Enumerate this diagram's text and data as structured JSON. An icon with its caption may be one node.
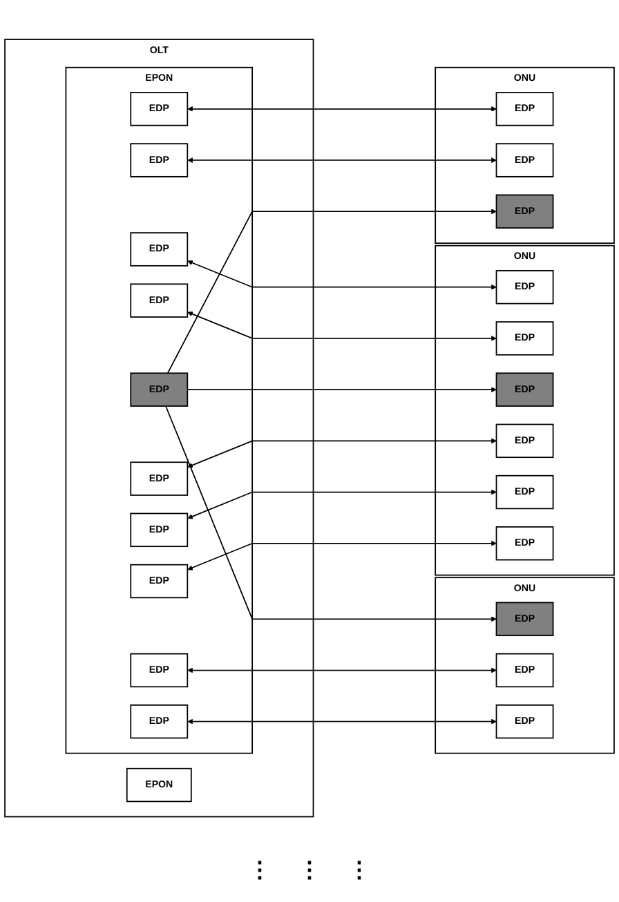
{
  "diagram": {
    "nodes": [
      {
        "text": [
          "OLT"
        ]
      },
      {
        "text": [
          "EPON"
        ],
        "in": 0
      },
      {
        "text": [
          "EDP"
        ],
        "in": 1
      },
      {
        "text": [
          "EDP"
        ],
        "in": 1
      },
      {
        "text": [
          "EDP"
        ],
        "in": 1
      },
      {
        "text": [
          "EDP"
        ],
        "in": 1
      },
      {
        "text": [
          "EDP"
        ],
        "in": 1
      },
      {
        "text": [
          "EDP"
        ],
        "in": 1
      },
      {
        "text": [
          "EDP"
        ],
        "in": 1
      },
      {
        "text": [
          "EDP"
        ],
        "in": 1
      },
      {
        "text": [
          "EDP"
        ],
        "in": 1
      },
      {
        "text": [
          "EDP"
        ],
        "in": 1
      },
      {
        "text": [
          "EPON"
        ],
        "in": 0
      },
      {
        "text": [
          "ONU"
        ]
      },
      {
        "text": [
          "EDP"
        ],
        "in": 13
      },
      {
        "text": [
          "EDP"
        ],
        "in": 13
      },
      {
        "text": [
          "EDP"
        ],
        "in": 13
      },
      {
        "text": [
          "ONU"
        ]
      },
      {
        "text": [
          "EDP"
        ],
        "in": 17
      },
      {
        "text": [
          "EDP"
        ],
        "in": 17
      },
      {
        "text": [
          "EDP"
        ],
        "in": 17
      },
      {
        "text": [
          "EDP"
        ],
        "in": 17
      },
      {
        "text": [
          "EDP"
        ],
        "in": 17
      },
      {
        "text": [
          "EDP"
        ],
        "in": 17
      },
      {
        "text": [
          "ONU"
        ]
      },
      {
        "text": [
          "EDP"
        ],
        "in": 24
      },
      {
        "text": [
          "EDP"
        ],
        "in": 24
      },
      {
        "text": [
          "EDP"
        ],
        "in": 24
      }
    ],
    "edges": [
      {
        "from": 2,
        "to": 14,
        "arrow": "both"
      },
      {
        "from": 3,
        "to": 18,
        "arrow": "both"
      },
      {
        "from": 4,
        "to": 15,
        "arrow": "both"
      },
      {
        "from": 5,
        "to": 19,
        "arrow": "both"
      },
      {
        "from": 6,
        "to": 16,
        "arrow": "to"
      },
      {
        "from": 6,
        "to": 20,
        "arrow": "to"
      },
      {
        "from": 6,
        "to": 25,
        "arrow": "to"
      },
      {
        "from": 7,
        "to": 21,
        "arrow": "both"
      },
      {
        "from": 8,
        "to": 22,
        "arrow": "both"
      },
      {
        "from": 9,
        "to": 23,
        "arrow": "both"
      },
      {
        "from": 10,
        "to": 26,
        "arrow": "both"
      },
      {
        "from": 11,
        "to": 27,
        "arrow": "both"
      }
    ],
    "labels": [
      "⋮",
      "⋮",
      "⋮"
    ]
  }
}
